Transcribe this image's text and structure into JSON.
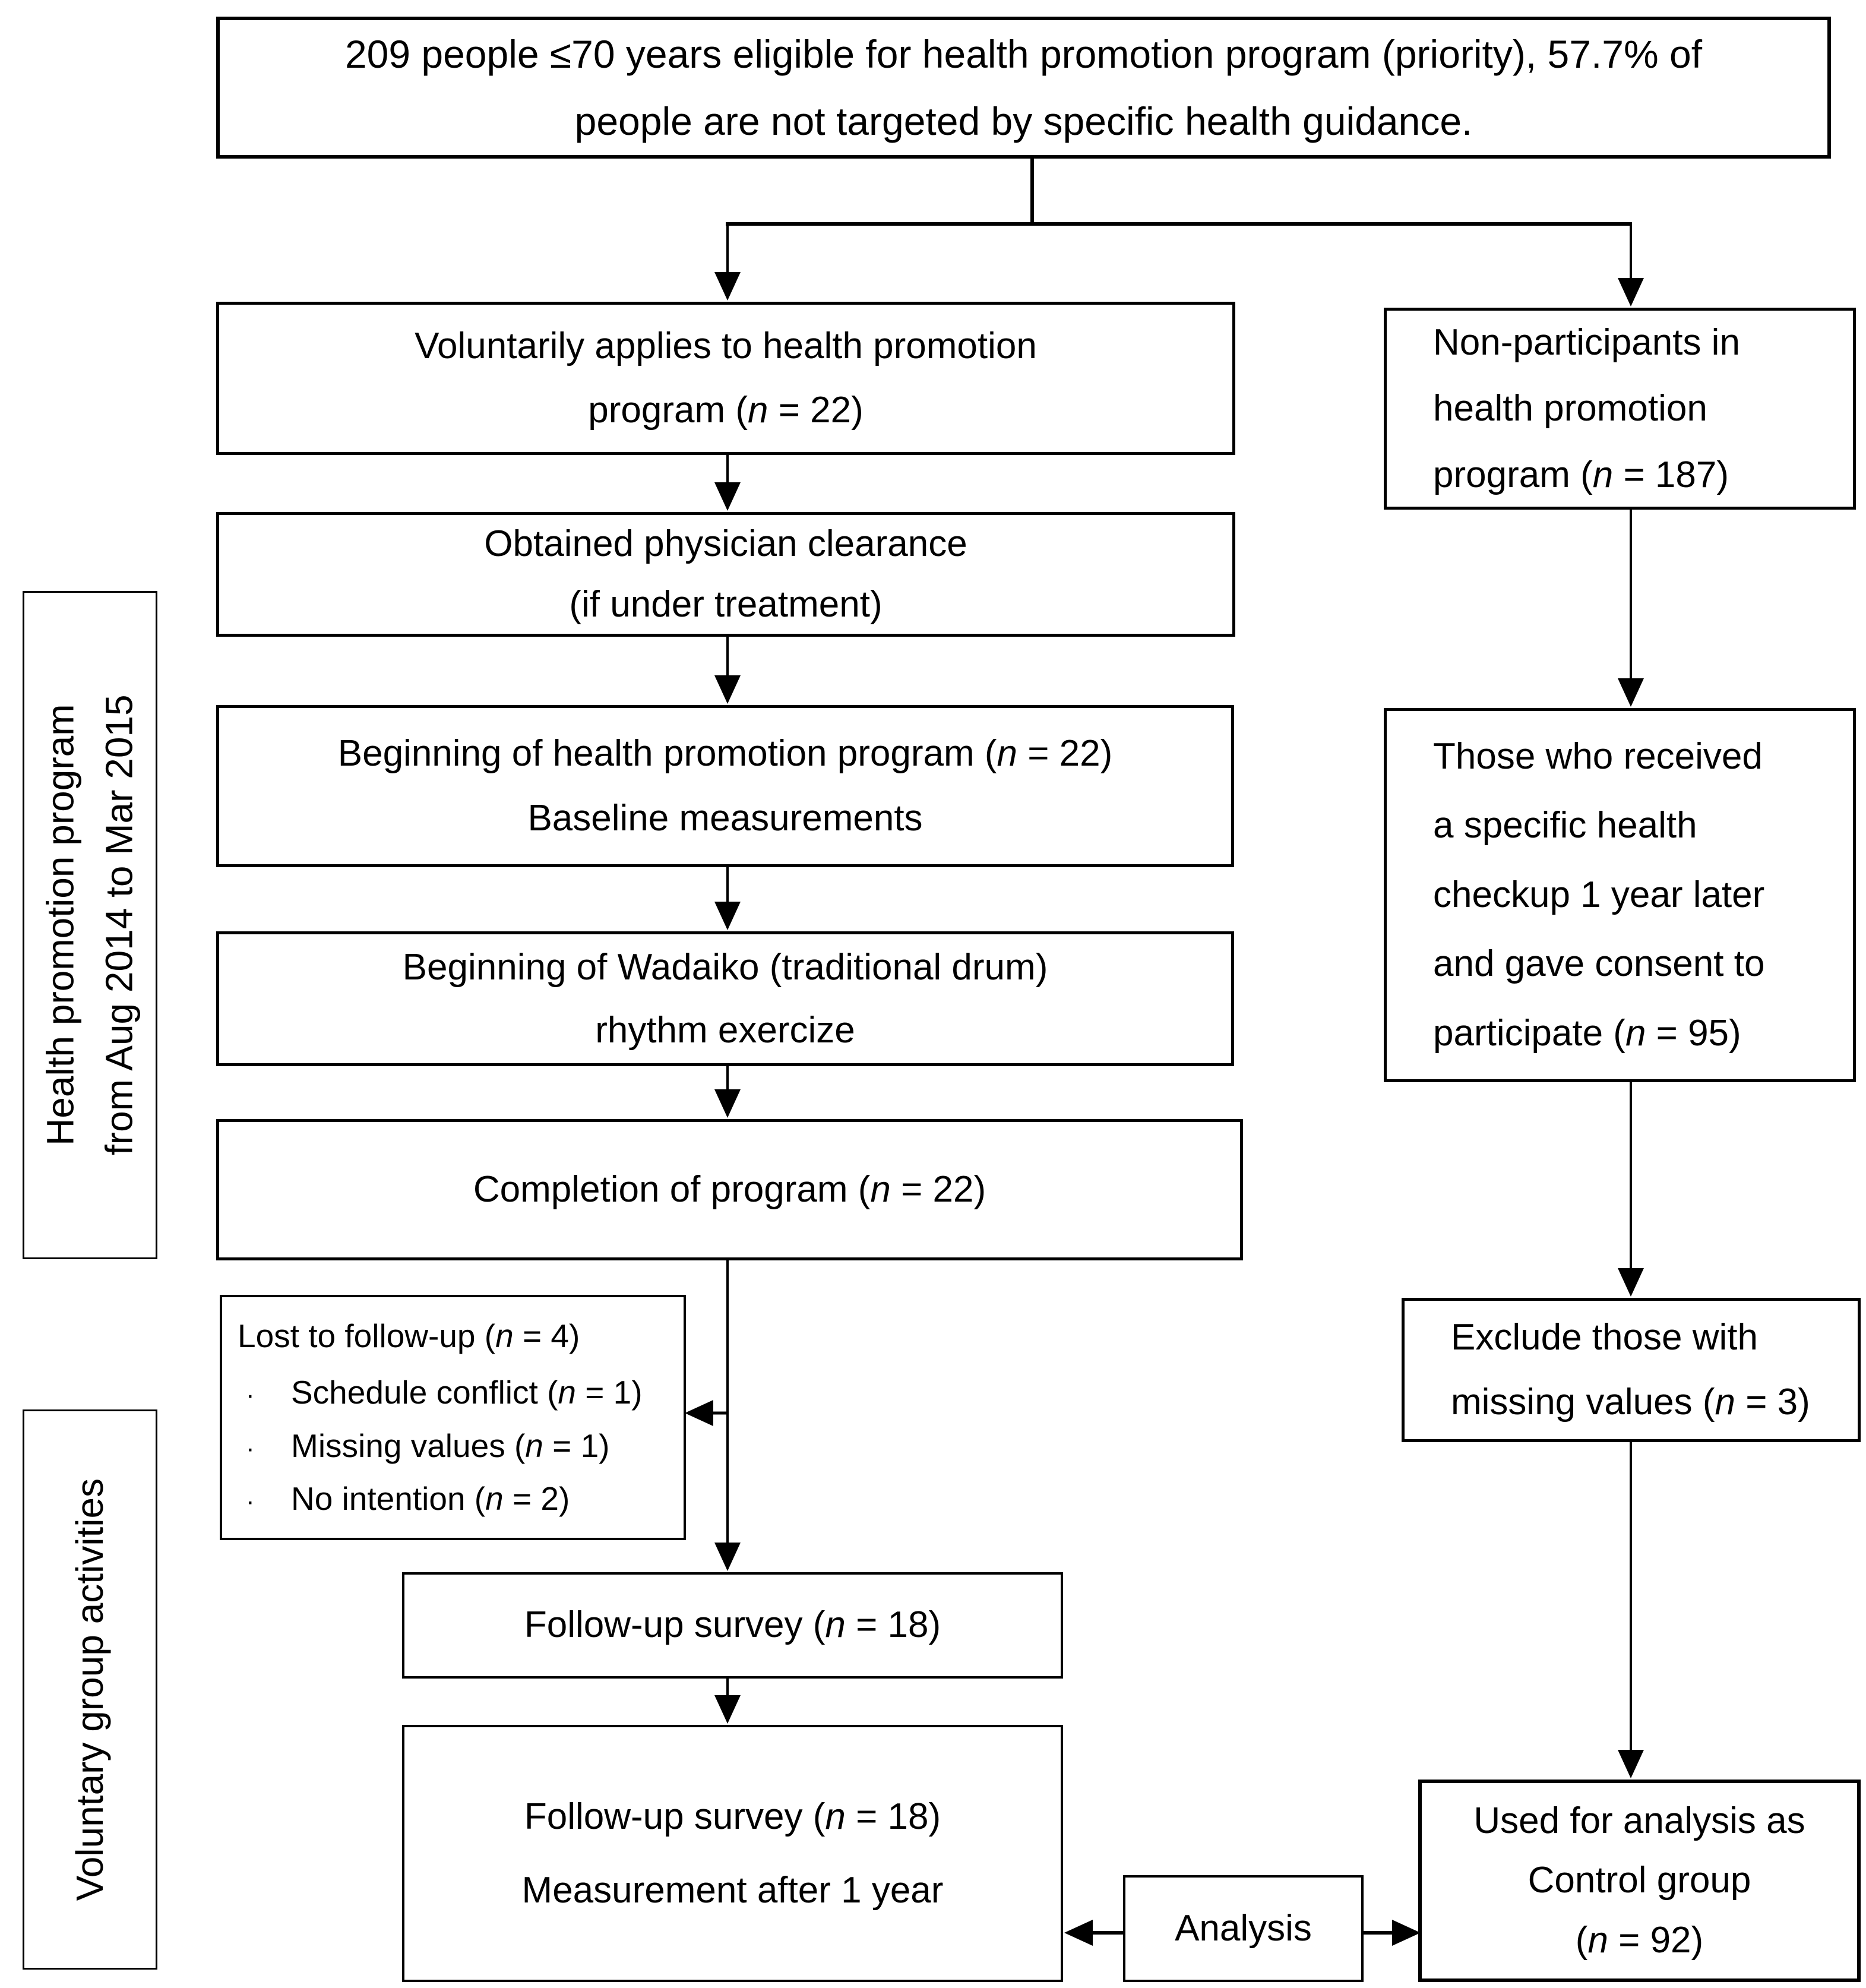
{
  "side_labels": {
    "period": {
      "lines": [
        "Health promotion program",
        "from Aug 2014 to Mar 2015"
      ]
    },
    "voluntary": {
      "lines": [
        "Voluntary group activities"
      ]
    }
  },
  "boxes": {
    "eligible": {
      "lines": [
        "209 people ≤70 years eligible for health promotion program (priority), 57.7% of",
        "people are not targeted by specific health guidance."
      ]
    },
    "apply": {
      "lines": [
        "Voluntarily applies to health promotion",
        "program (n = 22)"
      ]
    },
    "clearance": {
      "lines": [
        "Obtained physician clearance",
        "(if under treatment)"
      ]
    },
    "begin": {
      "lines": [
        "Beginning of health promotion program (n = 22)",
        "Baseline measurements"
      ]
    },
    "wadaiko": {
      "lines": [
        "Beginning of Wadaiko (traditional  drum)",
        "rhythm exercize"
      ]
    },
    "completion": {
      "lines": [
        "Completion of program (n = 22)"
      ]
    },
    "lost": {
      "title": "Lost to follow-up (n = 4)",
      "bullet": "·",
      "bullets": [
        "Schedule conflict (n = 1)",
        "Missing values (n = 1)",
        "No intention (n = 2)"
      ]
    },
    "fu1": {
      "lines": [
        "Follow-up survey (n = 18)"
      ]
    },
    "fu2": {
      "lines": [
        "Follow-up survey (n = 18)",
        "Measurement after 1 year"
      ]
    },
    "analysis": {
      "lines": [
        "Analysis"
      ]
    },
    "nonpart": {
      "lines": [
        "Non-participants in",
        "health promotion",
        "program (n = 187)"
      ]
    },
    "checkup": {
      "lines": [
        "Those who received",
        "a specific health",
        "checkup 1 year later",
        "and gave consent to",
        "participate (n = 95)"
      ]
    },
    "exclude": {
      "lines": [
        "Exclude those with",
        "missing values (n = 3)"
      ]
    },
    "control": {
      "lines": [
        "Used for analysis as",
        "Control group",
        "(n = 92)"
      ]
    }
  },
  "colors": {
    "line": "#000000",
    "background": "#ffffff"
  }
}
